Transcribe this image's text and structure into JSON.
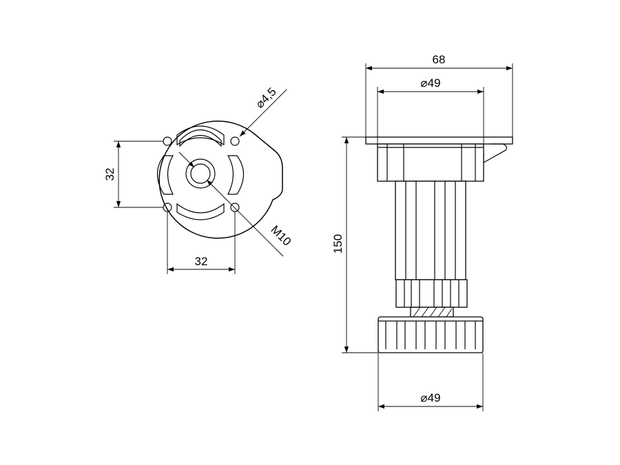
{
  "dimensions": {
    "top_view_height": "32",
    "top_view_width": "32",
    "hole_diameter": "⌀4,5",
    "thread": "M10",
    "side_top_width": "68",
    "side_plate_diameter": "⌀49",
    "side_height": "150",
    "side_base_diameter": "⌀49"
  },
  "colors": {
    "line": "#000000",
    "background": "#ffffff"
  }
}
